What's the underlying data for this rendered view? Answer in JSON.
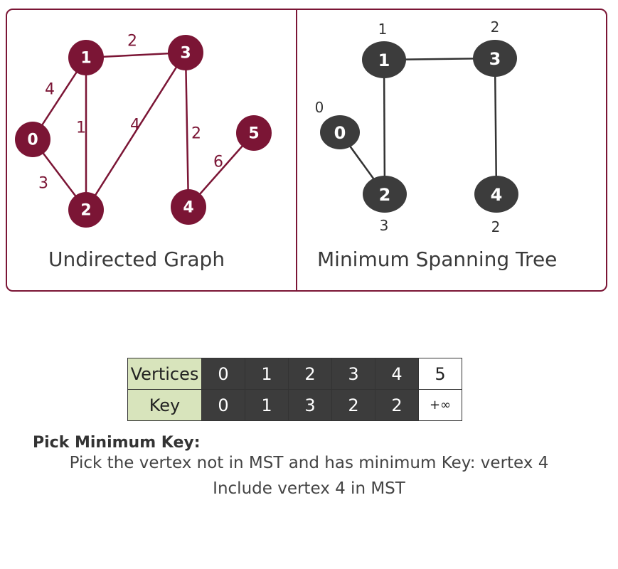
{
  "left_panel": {
    "caption": "Undirected Graph",
    "node_color": "#7b1535",
    "nodes": [
      {
        "id": "0",
        "label": "0"
      },
      {
        "id": "1",
        "label": "1"
      },
      {
        "id": "2",
        "label": "2"
      },
      {
        "id": "3",
        "label": "3"
      },
      {
        "id": "4",
        "label": "4"
      },
      {
        "id": "5",
        "label": "5"
      }
    ],
    "edges": [
      {
        "from": "0",
        "to": "1",
        "weight": "4"
      },
      {
        "from": "1",
        "to": "3",
        "weight": "2"
      },
      {
        "from": "1",
        "to": "2",
        "weight": "1"
      },
      {
        "from": "3",
        "to": "2",
        "weight": "4"
      },
      {
        "from": "3",
        "to": "4",
        "weight": "2"
      },
      {
        "from": "0",
        "to": "2",
        "weight": "3"
      },
      {
        "from": "4",
        "to": "5",
        "weight": "6"
      }
    ]
  },
  "right_panel": {
    "caption": "Minimum Spanning Tree",
    "node_color": "#3c3c3c",
    "nodes": [
      {
        "id": "0",
        "label": "0",
        "key": "0"
      },
      {
        "id": "1",
        "label": "1",
        "key": "1"
      },
      {
        "id": "2",
        "label": "2",
        "key": "3"
      },
      {
        "id": "3",
        "label": "3",
        "key": "2"
      },
      {
        "id": "4",
        "label": "4",
        "key": "2"
      }
    ],
    "edges": [
      {
        "from": "1",
        "to": "3"
      },
      {
        "from": "1",
        "to": "2"
      },
      {
        "from": "0",
        "to": "2"
      },
      {
        "from": "3",
        "to": "4"
      }
    ]
  },
  "key_table": {
    "row_labels": {
      "vertices": "Vertices",
      "key": "Key"
    },
    "columns": [
      {
        "vertex": "0",
        "key": "0",
        "in_mst": true
      },
      {
        "vertex": "1",
        "key": "1",
        "in_mst": true
      },
      {
        "vertex": "2",
        "key": "3",
        "in_mst": true
      },
      {
        "vertex": "3",
        "key": "2",
        "in_mst": true
      },
      {
        "vertex": "4",
        "key": "2",
        "in_mst": true
      },
      {
        "vertex": "5",
        "key": "+∞",
        "in_mst": false
      }
    ]
  },
  "step": {
    "title": "Pick Minimum Key:",
    "line1": "Pick the vertex not in MST and has minimum Key: vertex 4",
    "line2": "Include vertex 4 in MST"
  }
}
